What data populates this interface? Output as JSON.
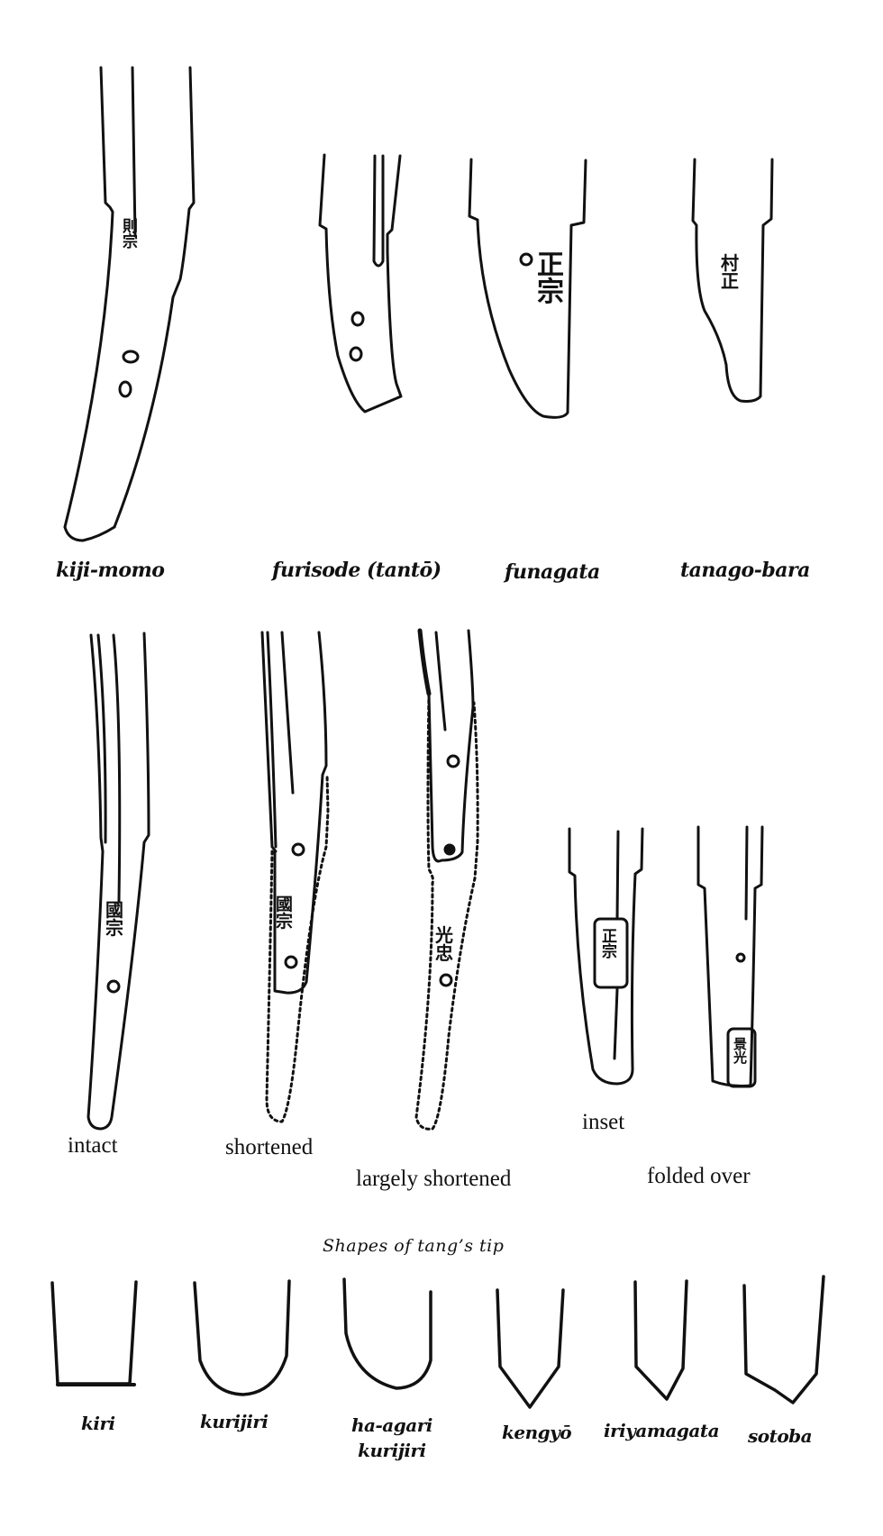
{
  "figure": {
    "section_top": {
      "labels": [
        "kiji-momo",
        "furisode (tantō)",
        "funagata",
        "tanago-bara"
      ]
    },
    "section_middle": {
      "labels": [
        "intact",
        "shortened",
        "largely shortened",
        "inset",
        "folded over"
      ]
    },
    "section_bottom": {
      "title": "Shapes of tang’s tip",
      "labels": [
        "kiri",
        "kurijiri",
        "ha-agari kurijiri",
        "kengyō",
        "iriyamagata",
        "sotoba"
      ],
      "label_lines": {
        "ha_agari_line1": "ha-agari",
        "ha_agari_line2": "kurijiri"
      }
    },
    "signatures": {
      "kiji_momo": [
        "則",
        "宗"
      ],
      "funagata": [
        "正",
        "宗"
      ],
      "tanago_bara": [
        "村",
        "正"
      ],
      "intact": [
        "國",
        "宗"
      ],
      "shortened": [
        "國",
        "宗"
      ],
      "largely_shortened": [
        "光",
        "忠"
      ],
      "inset": [
        "正",
        "宗"
      ],
      "folded_over": [
        "景",
        "光"
      ]
    },
    "colors": {
      "ink": "#111111",
      "paper": "#ffffff"
    }
  }
}
